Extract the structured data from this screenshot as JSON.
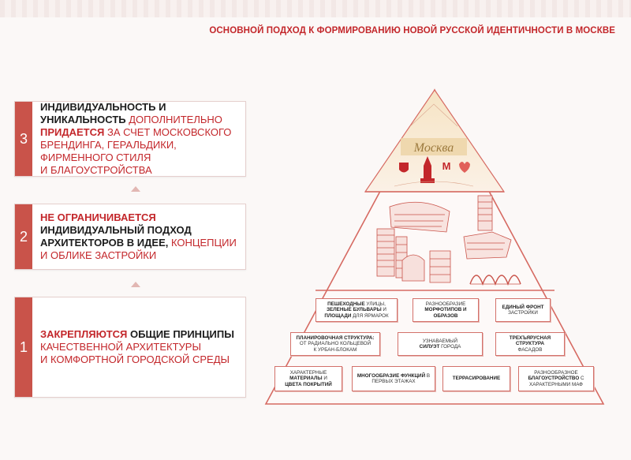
{
  "header": {
    "title": "ОСНОВНОЙ ПОДХОД К ФОРМИРОВАНИЮ НОВОЙ РУССКОЙ ИДЕНТИЧНОСТИ В МОСКВЕ"
  },
  "levels": [
    {
      "number": "3",
      "line1_bold": "ИНДИВИДУАЛЬНОСТЬ И",
      "line2_bold": "УНИКАЛЬНОСТЬ",
      "line2_red": " ДОПОЛНИТЕЛЬНО",
      "line3_redbold": "ПРИДАЕТСЯ",
      "line3_red": " ЗА СЧЕТ МОСКОВСКОГО",
      "line4_red": "БРЕНДИНГА, ГЕРАЛЬДИКИ,",
      "line5_red": "ФИРМЕННОГО СТИЛЯ",
      "line6_red": "И БЛАГОУСТРОЙСТВА"
    },
    {
      "number": "2",
      "line1_redbold": "НЕ ОГРАНИЧИВАЕТСЯ",
      "line2_bold": "ИНДИВИДУАЛЬНЫЙ ПОДХОД",
      "line3_bold": "АРХИТЕКТОРОВ В ИДЕЕ,",
      "line3_red": " КОНЦЕПЦИИ",
      "line4_red": "И ОБЛИКЕ ЗАСТРОЙКИ"
    },
    {
      "number": "1",
      "line1_redbold": "ЗАКРЕПЛЯЮТСЯ",
      "line1_bold": " ОБЩИЕ ПРИНЦИПЫ",
      "line2_red": "КАЧЕСТВЕННОЙ АРХИТЕКТУРЫ",
      "line3_red": "И КОМФОРТНОЙ ГОРОДСКОЙ СРЕДЫ"
    }
  ],
  "pyramid": {
    "logo_text": "Москва",
    "metro_letter": "М",
    "boxes": [
      {
        "bold": "ПЕШЕХОДНЫЕ",
        "text": " УЛИЦЫ,",
        "bold2": "ЗЕЛЕНЫЕ БУЛЬВАРЫ",
        "text2": " И",
        "bold3": "ПЛОЩАДИ",
        "text3": " ДЛЯ ЯРМАРОК"
      },
      {
        "text": "РАЗНООБРАЗИЕ",
        "bold": "МОРФОТИПОВ И",
        "bold2": "ОБРАЗОВ"
      },
      {
        "bold": "ЕДИНЫЙ ФРОНТ",
        "text": "ЗАСТРОЙКИ"
      },
      {
        "bold": "ПЛАНИРОВОЧНАЯ СТРУКТУРА:",
        "text": "ОТ РАДИАЛЬНО КОЛЬЦЕВОЙ",
        "text2": "К УРБАН-БЛОКАМ"
      },
      {
        "text": "УЗНАВАЕМЫЙ",
        "bold": "СИЛУЭТ",
        "text2": " ГОРОДА"
      },
      {
        "bold": "ТРЕХЪЯРУСНАЯ",
        "bold2": "СТРУКТУРА",
        "text": "ФАСАДОВ"
      },
      {
        "text": "ХАРАКТЕРНЫЕ",
        "bold": "МАТЕРИАЛЫ",
        "text2": " И",
        "bold2": "ЦВЕТА ПОКРЫТИЙ"
      },
      {
        "bold": "МНОГООБРАЗИЕ ФУНКЦИЙ",
        "text": " В",
        "text2": "ПЕРВЫХ ЭТАЖАХ"
      },
      {
        "bold": "ТЕРРАСИРОВАНИЕ"
      },
      {
        "text": "РАЗНООБРАЗНОЕ",
        "bold": "БЛАГОУСТРОЙСТВО",
        "text2": " С",
        "text3": "ХАРАКТЕРНЫМИ МАФ"
      }
    ]
  },
  "colors": {
    "accent": "#c3272b",
    "number_bg": "#c9534a",
    "pyramid_stroke": "#d66a62"
  }
}
